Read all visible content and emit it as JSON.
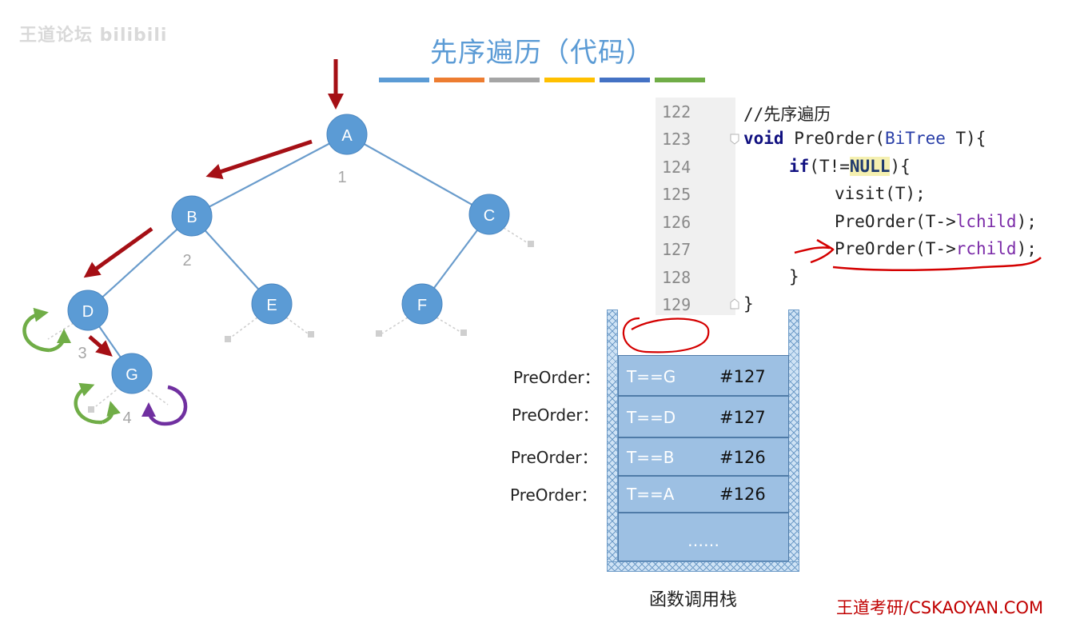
{
  "watermark": "王道论坛 bilibili",
  "title": "先序遍历（代码）",
  "color_bar": [
    "#5b9bd5",
    "#ed7d31",
    "#a5a5a5",
    "#ffc000",
    "#4472c4",
    "#70ad47"
  ],
  "tree": {
    "nodes": [
      {
        "id": "A",
        "label": "A",
        "order": "1"
      },
      {
        "id": "B",
        "label": "B",
        "order": "2"
      },
      {
        "id": "C",
        "label": "C",
        "order": ""
      },
      {
        "id": "D",
        "label": "D",
        "order": "3"
      },
      {
        "id": "E",
        "label": "E",
        "order": ""
      },
      {
        "id": "F",
        "label": "F",
        "order": ""
      },
      {
        "id": "G",
        "label": "G",
        "order": "4"
      }
    ],
    "node_color": "#5b9bd5",
    "edge_color": "#6a9ccc",
    "arrow_color": "#a50f15",
    "loop_green": "#70ad47",
    "loop_purple": "#7030a0"
  },
  "code": {
    "lines": [
      {
        "num": "122",
        "text": "//先序遍历"
      },
      {
        "num": "123",
        "text": "void PreOrder(BiTree T){"
      },
      {
        "num": "124",
        "text": "if(T!=NULL){"
      },
      {
        "num": "125",
        "text": "visit(T);"
      },
      {
        "num": "126",
        "text": "PreOrder(T->lchild);"
      },
      {
        "num": "127",
        "text": "PreOrder(T->rchild);"
      },
      {
        "num": "128",
        "text": "}"
      },
      {
        "num": "129",
        "text": "}"
      }
    ]
  },
  "stack": {
    "frames": [
      {
        "label": "PreOrder：",
        "var": "T==G",
        "line": "#127"
      },
      {
        "label": "PreOrder：",
        "var": "T==D",
        "line": "#127"
      },
      {
        "label": "PreOrder：",
        "var": "T==B",
        "line": "#126"
      },
      {
        "label": "PreOrder：",
        "var": "T==A",
        "line": "#126"
      }
    ],
    "ellipsis": "……",
    "caption": "函数调用栈"
  },
  "footer": {
    "brand": "王道考研/CSKAOYAN.COM"
  }
}
